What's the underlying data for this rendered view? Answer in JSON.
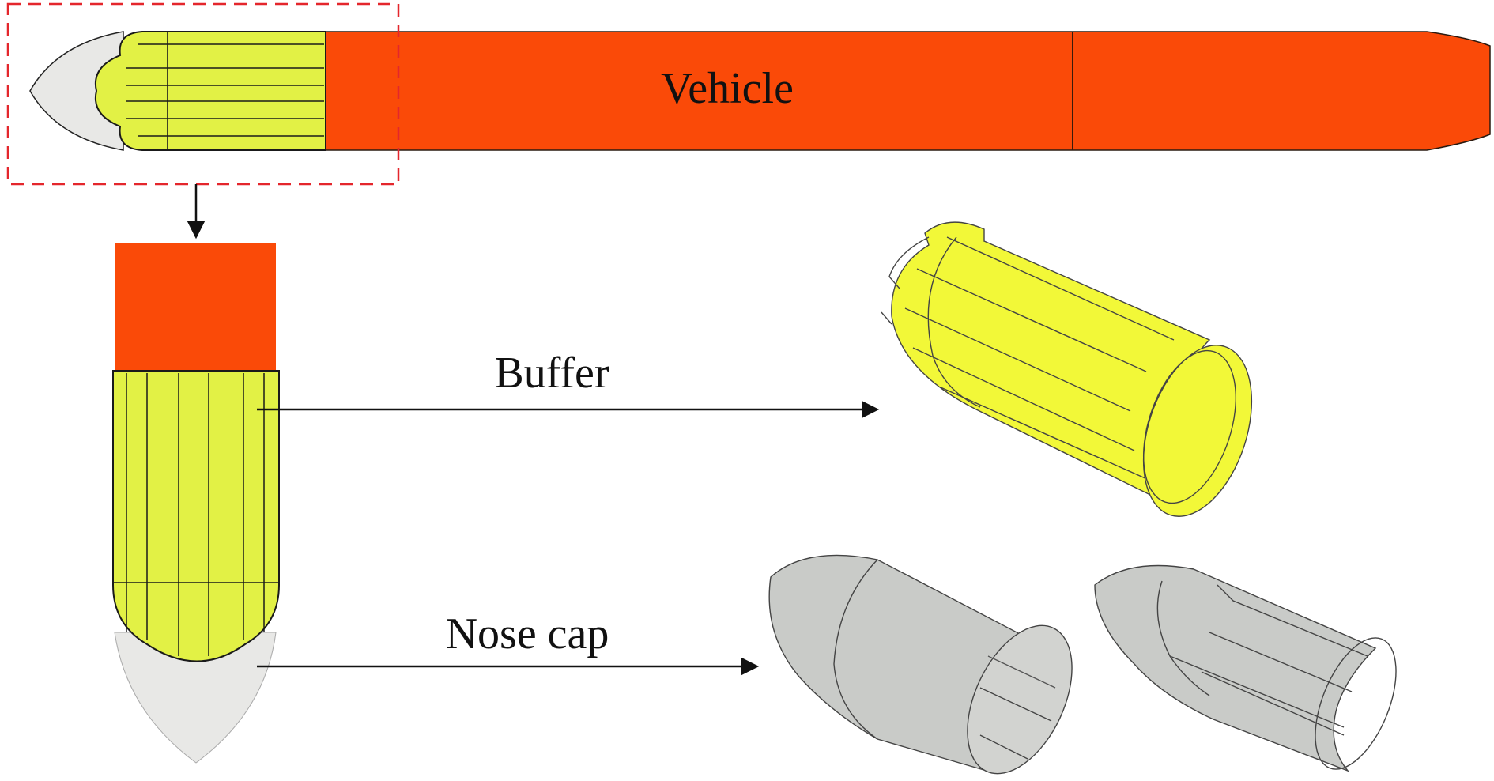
{
  "labels": {
    "vehicle": "Vehicle",
    "buffer": "Buffer",
    "nose_cap": "Nose cap"
  },
  "colors": {
    "vehicle_body": "#FA4A08",
    "buffer": "#E2F145",
    "buffer_3d": "#F2F838",
    "nose_cap": "#E8E8E6",
    "nose_cap_3d": "#C9CBC8",
    "highlight_box": "#E4262C",
    "outline": "#1A1A1A"
  },
  "icons": {
    "zoom_arrow": "arrow-down-icon",
    "buffer_arrow": "arrow-right-icon",
    "nose_cap_arrow": "arrow-right-icon"
  }
}
